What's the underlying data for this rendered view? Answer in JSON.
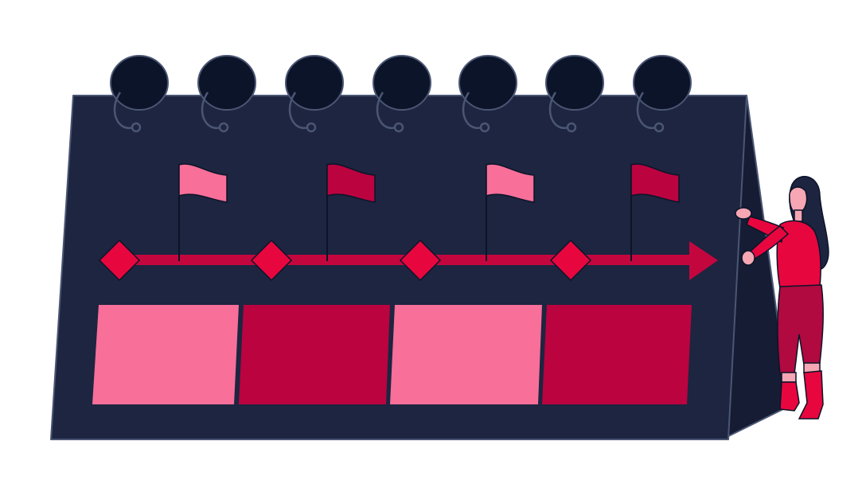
{
  "colors": {
    "background": "#ffffff",
    "calendar_body": "#1d2540",
    "calendar_back": "#151c33",
    "outline": "#4b5674",
    "ring_hole": "#0b1428",
    "timeline_red": "#c4063f",
    "flag_light": "#f86f9a",
    "flag_dark": "#bb0340",
    "marker": "#e8063f",
    "skin": "#f7a6b4",
    "hair": "#1c2440",
    "shirt": "#e8063f",
    "pants": "#b00a40"
  },
  "icons": {
    "rings": "binder-ring-icon",
    "flags": "flag-icon",
    "markers": "diamond-milestone-icon",
    "arrow": "arrow-right-icon"
  },
  "timeline": {
    "milestones": 4,
    "flag_colors": [
      "light",
      "dark",
      "light",
      "dark"
    ],
    "card_colors": [
      "light",
      "dark",
      "light",
      "dark"
    ]
  }
}
